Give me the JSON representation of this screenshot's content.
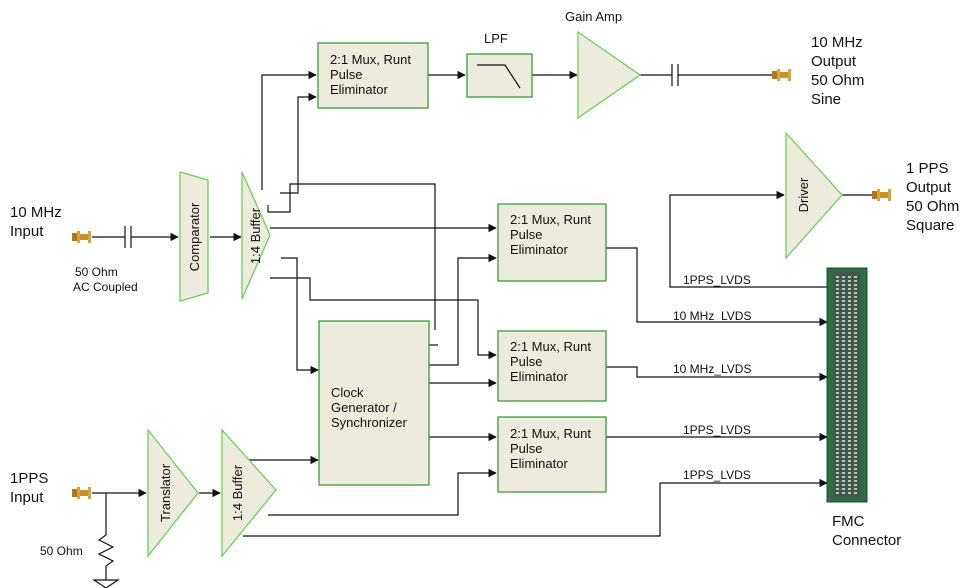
{
  "inputs": {
    "ref_10mhz": [
      "10 MHz",
      "Input"
    ],
    "ref_10mhz_note": [
      "50 Ohm",
      "AC Coupled"
    ],
    "pps": [
      "1PPS",
      "Input"
    ],
    "pps_term": "50 Ohm"
  },
  "blocks": {
    "comparator": "Comparator",
    "buffer_top": "1:4 Buffer",
    "buffer_bottom": "1:4 Buffer",
    "translator": "Translator",
    "driver": "Driver",
    "lpf": "LPF",
    "gain_amp": "Gain Amp",
    "clock_gen": [
      "Clock",
      "Generator /",
      "Synchronizer"
    ],
    "mux_lines": [
      "2:1 Mux, Runt",
      "Pulse",
      "Eliminator"
    ]
  },
  "outputs": {
    "sine_out": [
      "10 MHz",
      "Output",
      "50 Ohm",
      "Sine"
    ],
    "pps_out": [
      "1 PPS",
      "Output",
      "50 Ohm",
      "Square"
    ]
  },
  "signals": {
    "pps_lvds_top": "1PPS_LVDS",
    "mhz_lvds_1": "10 MHz_LVDS",
    "mhz_lvds_2": "10 MHz_LVDS",
    "pps_lvds_2": "1PPS_LVDS",
    "pps_lvds_3": "1PPS_LVDS"
  },
  "connector": [
    "FMC",
    "Connector"
  ],
  "colors": {
    "block_fill": "#ecebdc",
    "block_stroke": "#3b9b3b",
    "amp_stroke": "#6fcf5b",
    "connector_pcb": "#2f6b45",
    "sma_gold": "#c8912a"
  }
}
